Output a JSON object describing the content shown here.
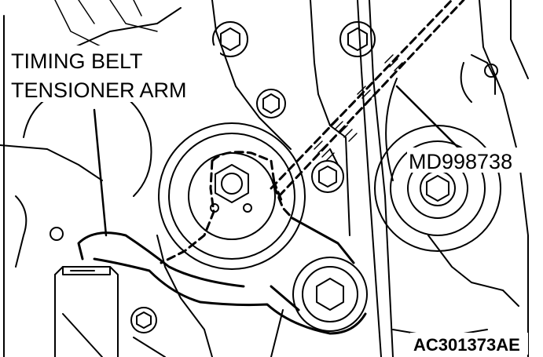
{
  "labels": {
    "tensioner_line1": "TIMING BELT",
    "tensioner_line2": "TENSIONER ARM",
    "tool": "MD998738",
    "figure_code": "AC301373AE"
  },
  "colors": {
    "line": "#000000",
    "background": "#ffffff"
  }
}
